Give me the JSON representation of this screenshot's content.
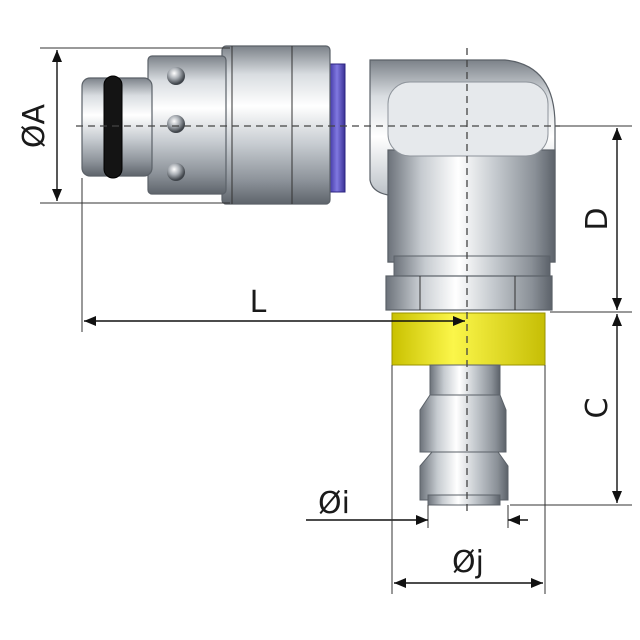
{
  "dimensions": {
    "outer_diameter": "ØA",
    "length": "L",
    "height_to_axis": "D",
    "barb_length": "C",
    "inner_diameter": "Øi",
    "outer_barb_diameter": "Øj"
  },
  "colors": {
    "metal_light": "#f4f6f8",
    "metal_mid": "#b9bec4",
    "metal_dark": "#6f757c",
    "seal_ring": "#5b4fc2",
    "color_ring": "#e9e21c",
    "o_ring": "#111111",
    "lines": "#111111"
  }
}
